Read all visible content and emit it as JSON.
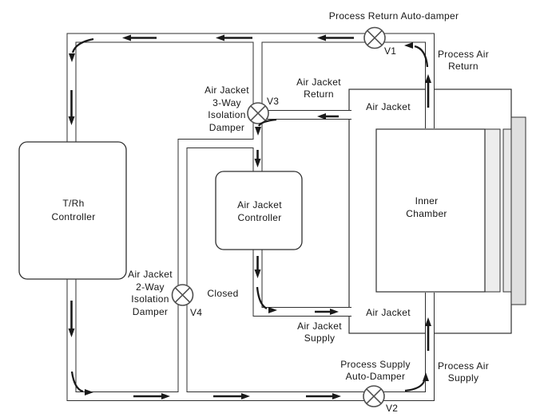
{
  "figure": {
    "kind": "chamber-airflow-schematic"
  },
  "labels": {
    "process_return_auto_damper": "Process Return Auto-damper",
    "process_air_return": [
      "Process Air",
      "Return"
    ],
    "air_jacket_return": [
      "Air Jacket",
      "Return"
    ],
    "air_jacket_3way_damper": [
      "Air Jacket",
      "3-Way",
      "Isolation",
      "Damper"
    ],
    "air_jacket_2way_damper": [
      "Air Jacket",
      "2-Way",
      "Isolation",
      "Damper"
    ],
    "air_jacket_top": "Air Jacket",
    "air_jacket_bottom": "Air Jacket",
    "trh_controller": [
      "T/Rh",
      "Controller"
    ],
    "air_jacket_controller": [
      "Air Jacket",
      "Controller"
    ],
    "inner_chamber": [
      "Inner",
      "Chamber"
    ],
    "closed": "Closed",
    "air_jacket_supply": [
      "Air Jacket",
      "Supply"
    ],
    "process_supply_auto_damper": [
      "Process Supply",
      "Auto-Damper"
    ],
    "process_air_supply": [
      "Process Air",
      "Supply"
    ],
    "v1": "V1",
    "v2": "V2",
    "v3": "V3",
    "v4": "V4"
  },
  "colors": {
    "line": "#2f2f2f",
    "valve_stroke": "#4f4f4f",
    "arrow": "#1a1a1a",
    "wall_outer": "#dfdfdf",
    "wall_strip": "#e8e8e8",
    "wall_inner": "#ededed",
    "background": "#ffffff",
    "text": "#161616"
  }
}
